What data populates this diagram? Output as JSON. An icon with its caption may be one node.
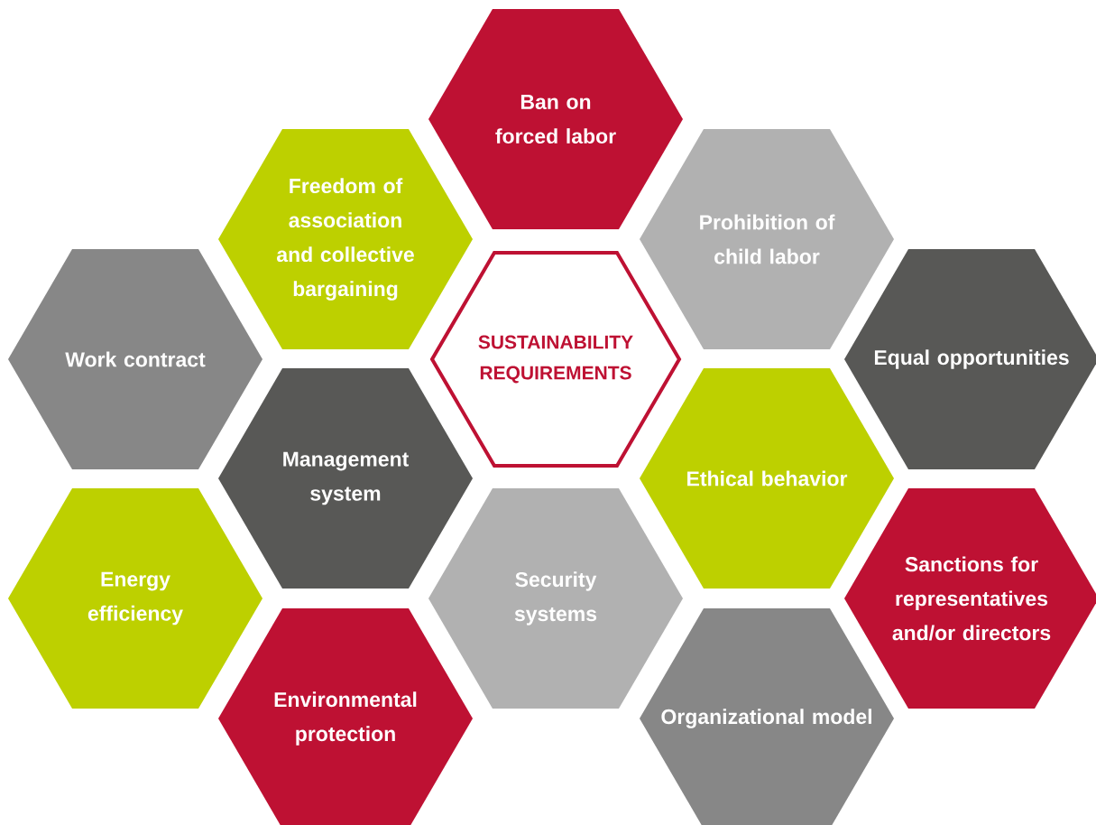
{
  "diagram": {
    "nodes": [
      {
        "text": [
          "Ban on forced labor"
        ]
      },
      {
        "text": [
          "Freedom of association and collective bargaining"
        ]
      },
      {
        "text": [
          "Prohibition of child labor"
        ]
      },
      {
        "text": [
          "Work contract"
        ]
      },
      {
        "text": [
          "SUSTAINABILITY REQUIREMENTS"
        ]
      },
      {
        "text": [
          "Equal opportunities"
        ]
      },
      {
        "text": [
          "Management system"
        ]
      },
      {
        "text": [
          "Ethical behavior"
        ]
      },
      {
        "text": [
          "Energy efficiency"
        ]
      },
      {
        "text": [
          "Security systems"
        ]
      },
      {
        "text": [
          "Sanctions for representatives and/or directors"
        ]
      },
      {
        "text": [
          "Environmental protection"
        ]
      },
      {
        "text": [
          "Organizational model"
        ]
      }
    ]
  }
}
